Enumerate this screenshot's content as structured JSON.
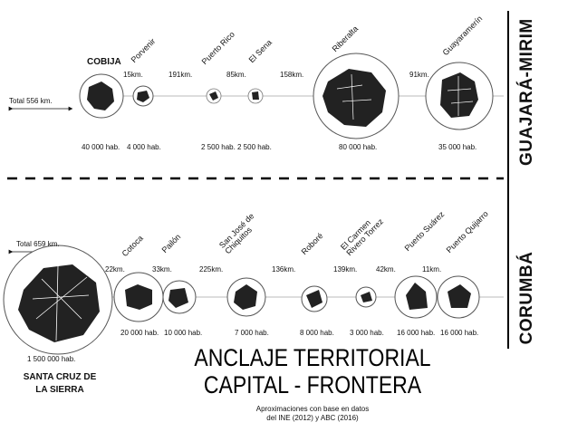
{
  "route_top": {
    "total": "Total 556 km.",
    "border_label": "GUAJARÁ-MIRIM",
    "cities": [
      {
        "name": "COBIJA",
        "pop": "40 000 hab."
      },
      {
        "name": "Porvenir",
        "pop": "4 000 hab."
      },
      {
        "name": "Puerto Rico",
        "pop": "2 500 hab."
      },
      {
        "name": "El Sena",
        "pop": "2 500 hab."
      },
      {
        "name": "Riberalta",
        "pop": "80 000 hab."
      },
      {
        "name": "Guayaramerín",
        "pop": "35 000 hab."
      }
    ],
    "distances": [
      "15km.",
      "191km.",
      "85km.",
      "158km.",
      "91km."
    ]
  },
  "route_bottom": {
    "total": "Total 659 km.",
    "border_label": "CORUMBÁ",
    "cities": [
      {
        "name": "SANTA CRUZ DE LA SIERRA",
        "pop": "1 500 000 hab."
      },
      {
        "name": "Cotoca",
        "pop": "20 000 hab."
      },
      {
        "name": "Pailón",
        "pop": "10 000 hab."
      },
      {
        "name": "San José de Chiquitos",
        "pop": "7 000 hab."
      },
      {
        "name": "Roboré",
        "pop": "8 000 hab."
      },
      {
        "name": "El Carmen Rivero Torrez",
        "pop": "3 000 hab."
      },
      {
        "name": "Puerto Suárez",
        "pop": "16 000 hab."
      },
      {
        "name": "Puerto Quijarro",
        "pop": "16 000 hab."
      }
    ],
    "distances": [
      "22km.",
      "33km.",
      "225km.",
      "136km.",
      "139km.",
      "42km.",
      "11km."
    ]
  },
  "title_line1": "ANCLAJE TERRITORIAL",
  "title_line2": "CAPITAL - FRONTERA",
  "note_line1": "Aproximaciones con base en datos",
  "note_line2": "del INE (2012) y ABC (2016)"
}
